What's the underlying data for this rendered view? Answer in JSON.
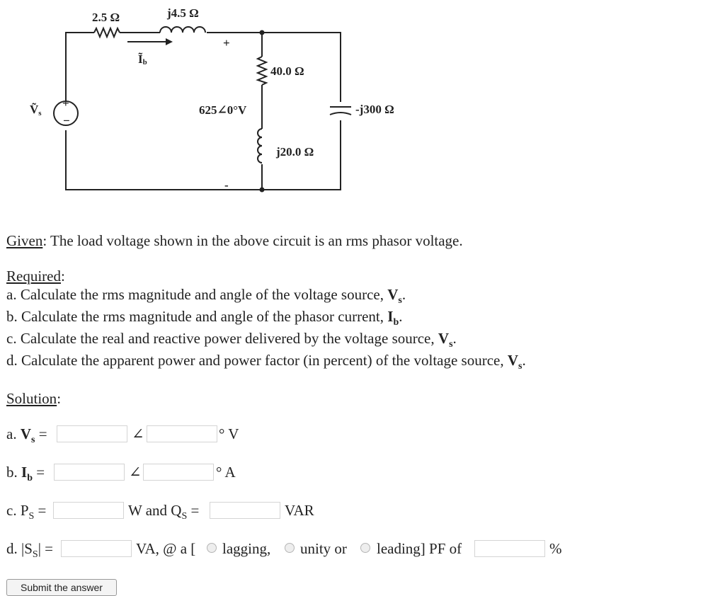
{
  "circuit": {
    "r_series": "2.5 Ω",
    "x_series": "j4.5 Ω",
    "current": "Ĩ",
    "current_sub": "b",
    "source": "Ṽ",
    "source_sub": "s",
    "plus": "+",
    "minus": "-",
    "src_plus": "+",
    "src_minus": "−",
    "load_voltage": "625",
    "load_voltage_angle": "∠0°V",
    "r_load": "40.0 Ω",
    "x_load": "j20.0 Ω",
    "x_cap": "-j300 Ω"
  },
  "given": {
    "label": "Given",
    "text": ": The load voltage shown in the above circuit is an rms phasor voltage."
  },
  "required": {
    "label": "Required",
    "colon": ":",
    "a": {
      "text": "a. Calculate the rms magnitude and angle of the voltage source, ",
      "sym": "V",
      "sub": "s",
      "end": "."
    },
    "b": {
      "text": "b. Calculate the rms magnitude and angle of the phasor current, ",
      "sym": "I",
      "sub": "b",
      "end": "."
    },
    "c": {
      "text": "c. Calculate the real and reactive power delivered by the voltage source, ",
      "sym": "V",
      "sub": "s",
      "end": "."
    },
    "d": {
      "text": "d. Calculate the apparent power and power factor (in percent) of the voltage source, ",
      "sym": "V",
      "sub": "s",
      "end": "."
    }
  },
  "solution": {
    "label": "Solution",
    "colon": ":",
    "a": {
      "prefix": "a. ",
      "sym": "V",
      "sub": "s",
      "eq": " =",
      "angle": "∠",
      "unit": "° V",
      "mag_value": "",
      "ang_value": ""
    },
    "b": {
      "prefix": "b. ",
      "sym": "I",
      "sub": "b",
      "eq": " =",
      "angle": "∠",
      "unit": "° A",
      "mag_value": "",
      "ang_value": ""
    },
    "c": {
      "prefix": "c. P",
      "sub": "S",
      "eq": " =",
      "mid": "W and Q",
      "mid_sub": "S",
      "mid_eq": " =",
      "unit": "VAR",
      "p_value": "",
      "q_value": ""
    },
    "d": {
      "prefix": "d. |S",
      "sub": "S",
      "suffix": "| =",
      "va": "VA, @ a [",
      "lagging": "lagging,",
      "unity": "unity or",
      "leading": "leading] PF of",
      "percent": "%",
      "s_value": "",
      "pf_value": ""
    }
  },
  "submit": {
    "label": "Submit the answer"
  }
}
